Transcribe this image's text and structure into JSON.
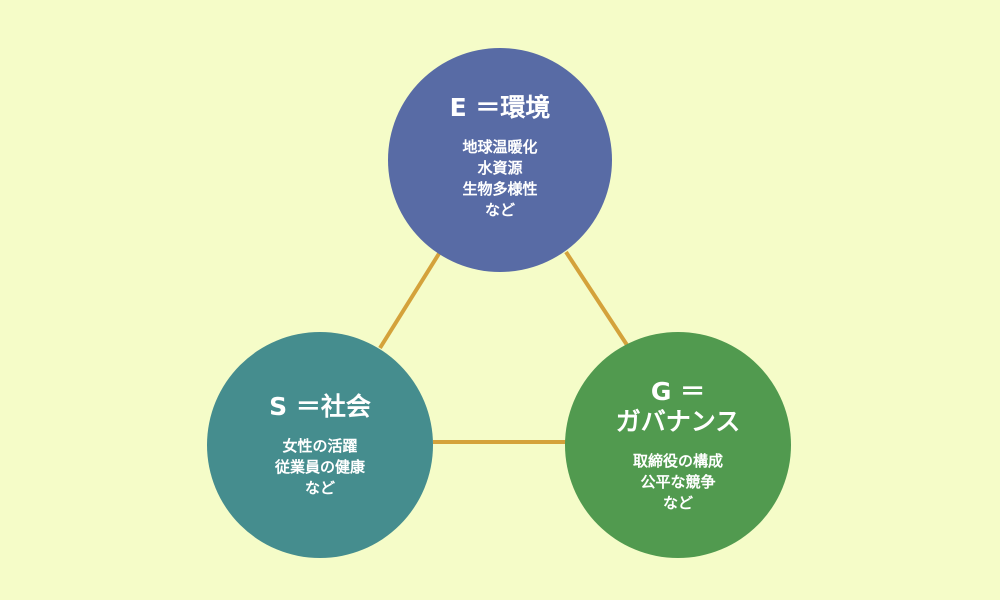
{
  "colors": {
    "background": "#f5fcc8",
    "connector": "#d4a23b",
    "environment": "#586ba5",
    "social": "#458d8e",
    "governance": "#519a4f"
  },
  "environment": {
    "title": "E ＝環境",
    "items": [
      "地球温暖化",
      "水資源",
      "生物多様性",
      "など"
    ]
  },
  "social": {
    "title": "S ＝社会",
    "items": [
      "女性の活躍",
      "従業員の健康",
      "など"
    ]
  },
  "governance": {
    "title_line1": "G ＝",
    "title_line2": "ガバナンス",
    "items": [
      "取締役の構成",
      "公平な競争",
      "など"
    ]
  }
}
